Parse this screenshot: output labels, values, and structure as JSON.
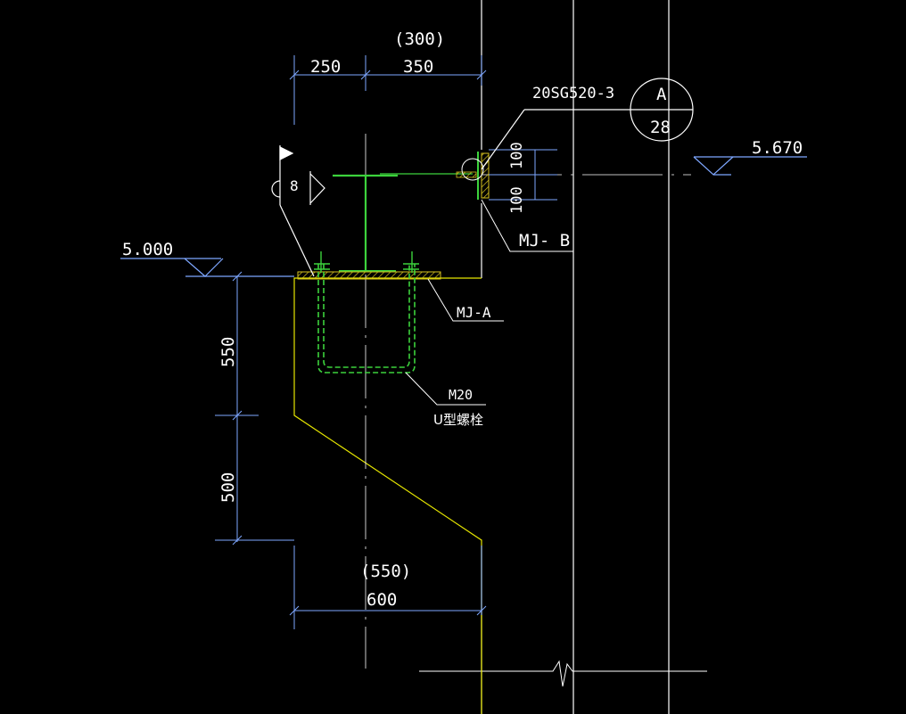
{
  "colors": {
    "background": "#000000",
    "structure": "#ffffff",
    "concrete_outline": "#e6e600",
    "steel": "#3cd23c",
    "dimension": "#7ea7ff",
    "hatch": "#d6c21e"
  },
  "dimensions": {
    "top_ref": "(300)",
    "top_left": "250",
    "top_right": "350",
    "conn_upper": "100",
    "conn_lower": "100",
    "left_upper": "550",
    "left_lower": "500",
    "bottom_ref": "(550)",
    "bottom": "600"
  },
  "elevations": {
    "upper": "5.670",
    "lower": "5.000"
  },
  "callouts": {
    "detail_ref": "20SG520-3",
    "detail_letter": "A",
    "detail_sheet": "28",
    "weld_size": "8",
    "embed_b": "MJ- B",
    "embed_a": "MJ-A",
    "bolt_size": "M20",
    "bolt_type": "U型螺栓"
  },
  "icons": [
    "weld-symbol-icon",
    "detail-circle-icon",
    "elevation-triangle-icon",
    "break-line-icon"
  ]
}
